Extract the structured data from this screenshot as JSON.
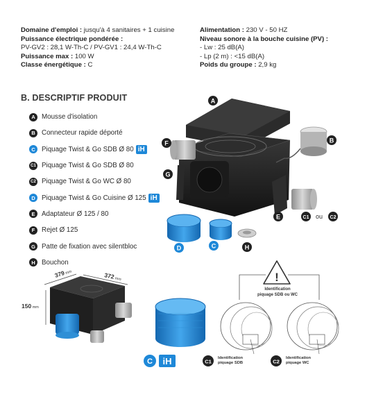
{
  "specs": {
    "left": [
      {
        "label": "Domaine d'emploi :",
        "value": " jusqu'à 4 sanitaires + 1 cuisine"
      },
      {
        "label": "Puissance électrique pondérée :",
        "value": ""
      },
      {
        "label": "",
        "value": "PV-GV2 : 28,1 W-Th-C / PV-GV1 : 24,4 W-Th-C"
      },
      {
        "label": "Puissance max :",
        "value": " 100 W"
      },
      {
        "label": "Classe énergétique :",
        "value": " C"
      }
    ],
    "right": [
      {
        "label": "Alimentation :",
        "value": " 230 V - 50 HZ"
      },
      {
        "label": "Niveau sonore à la bouche cuisine (PV) :",
        "value": ""
      },
      {
        "label": "",
        "value": "- Lw : 25 dB(A)"
      },
      {
        "label": "",
        "value": "- Lp (2 m) : <15 dB(A)"
      },
      {
        "label": "Poids du groupe :",
        "value": " 2,9 kg"
      }
    ]
  },
  "section_title": "B. DESCRIPTIF PRODUIT",
  "legend": [
    {
      "letter": "A",
      "text": "Mousse d'isolation",
      "blue": false,
      "ih": ""
    },
    {
      "letter": "B",
      "text": "Connecteur rapide déporté",
      "blue": false,
      "ih": ""
    },
    {
      "letter": "C",
      "text": "Piquage Twist & Go SDB Ø 80",
      "blue": true,
      "ih": "iH"
    },
    {
      "letter": "C1",
      "text": "Piquage Twist & Go SDB Ø 80",
      "blue": false,
      "ih": ""
    },
    {
      "letter": "C2",
      "text": "Piquage Twist & Go WC Ø 80",
      "blue": false,
      "ih": ""
    },
    {
      "letter": "D",
      "text": "Piquage Twist & Go Cuisine Ø 125",
      "blue": true,
      "ih": "iH"
    },
    {
      "letter": "E",
      "text": "Adaptateur Ø 125 / 80",
      "blue": false,
      "ih": ""
    },
    {
      "letter": "F",
      "text": "Rejet Ø 125",
      "blue": false,
      "ih": ""
    },
    {
      "letter": "G",
      "text": "Patte de fixation avec silentbloc",
      "blue": false,
      "ih": ""
    },
    {
      "letter": "H",
      "text": "Bouchon",
      "blue": false,
      "ih": ""
    }
  ],
  "diagram": {
    "callout_a": "A",
    "callout_b": "B",
    "callout_c": "C",
    "callout_d": "D",
    "callout_e": "E",
    "callout_f": "F",
    "callout_g": "G",
    "callout_h": "H",
    "callout_c1": "C1",
    "callout_c2": "C2",
    "or_word": "ou",
    "dims": {
      "depth": "379",
      "width": "372",
      "height": "150",
      "unit": "mm"
    },
    "warning_symbol": "!",
    "id_title_line1": "Identification",
    "id_title_line2": "piquage SDB ou WC",
    "id_c1_line1": "Identification",
    "id_c1_line2": "piquage SDB",
    "id_c2_line1": "Identification",
    "id_c2_line2": "piquage WC",
    "bottom_c": "C",
    "bottom_ih": "iH",
    "bottom_c1": "C1",
    "bottom_c2": "C2"
  },
  "colors": {
    "blue": "#1e88d8",
    "dark": "#222222",
    "text": "#2b2b2b"
  }
}
